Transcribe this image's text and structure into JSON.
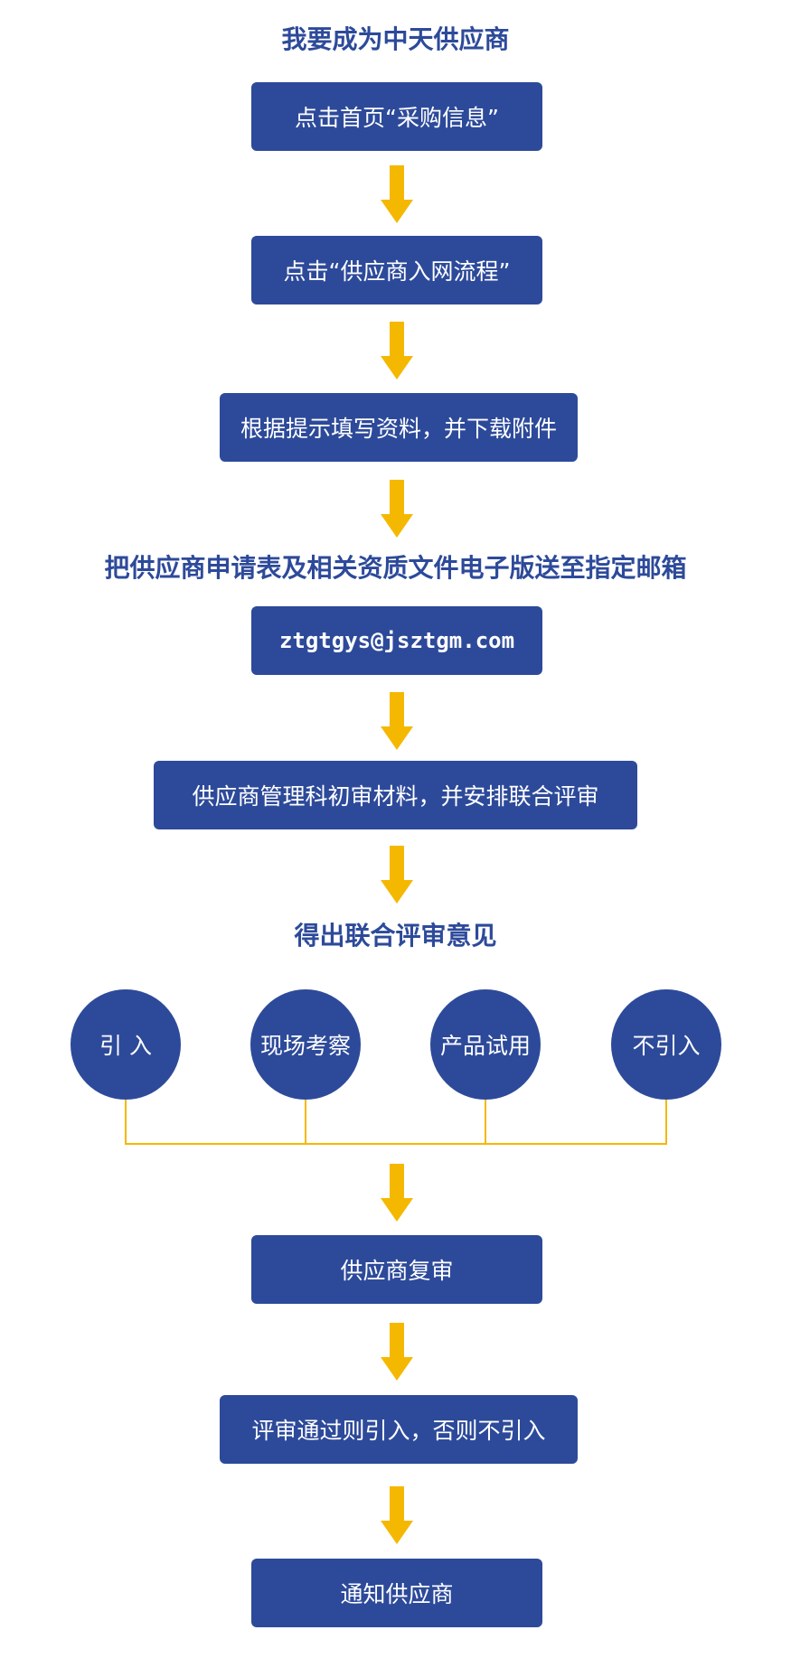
{
  "colors": {
    "box": "#2d4a9a",
    "accent": "#f5b800"
  },
  "title": "我要成为中天供应商",
  "steps_a": [
    "点击首页“采购信息”",
    "点击“供应商入网流程”",
    "根据提示填写资料，并下载附件"
  ],
  "email_heading": "把供应商申请表及相关资质文件电子版送至指定邮箱",
  "email": "ztgtgys@jsztgm.com",
  "review_step": "供应商管理科初审材料，并安排联合评审",
  "opinion_heading": "得出联合评审意见",
  "opinions": [
    "引 入",
    "现场考察",
    "产品试用",
    "不引入"
  ],
  "steps_b": [
    "供应商复审",
    "评审通过则引入，否则不引入",
    "通知供应商"
  ]
}
